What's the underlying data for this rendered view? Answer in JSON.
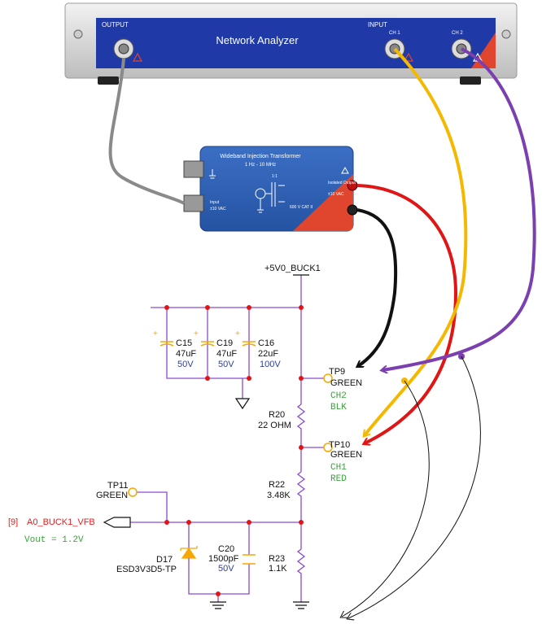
{
  "analyzer": {
    "title": "Network Analyzer",
    "output_label": "OUTPUT",
    "input_label": "INPUT",
    "ch1_label": "CH 1",
    "ch2_label": "CH 2"
  },
  "transformer": {
    "title": "Wideband Injection Transformer",
    "range": "1 Hz - 10 MHz",
    "ratio": "1:1",
    "input_label": "Input",
    "input_rating": "±10 VAC",
    "output_label": "Isolated Output",
    "output_rating": "±10 VAC",
    "cat_rating": "600 V CAT II"
  },
  "schematic": {
    "rail": "+5V0_BUCK1",
    "caps": [
      {
        "ref": "C15",
        "value": "47uF",
        "voltage": "50V"
      },
      {
        "ref": "C19",
        "value": "47uF",
        "voltage": "50V"
      },
      {
        "ref": "C16",
        "value": "22uF",
        "voltage": "100V"
      }
    ],
    "tp9": {
      "ref": "TP9",
      "color": "GREEN",
      "ch": "CH2",
      "lead": "BLK"
    },
    "tp10": {
      "ref": "TP10",
      "color": "GREEN",
      "ch": "CH1",
      "lead": "RED"
    },
    "tp11": {
      "ref": "TP11",
      "color": "GREEN"
    },
    "r20": {
      "ref": "R20",
      "value": "22 OHM"
    },
    "r22": {
      "ref": "R22",
      "value": "3.48K"
    },
    "r23": {
      "ref": "R23",
      "value": "1.1K"
    },
    "c20": {
      "ref": "C20",
      "value": "1500pF",
      "voltage": "50V"
    },
    "d17": {
      "ref": "D17",
      "part": "ESD3V3D5-TP"
    },
    "net_sheet": "[9]",
    "net_name": "A0_BUCK1_VFB",
    "vout": "Vout = 1.2V"
  },
  "colors": {
    "analyzer_blue": "#1f3aa6",
    "transformer_blue": "#2f5fb0",
    "transformer_red": "#e0452e",
    "wire_purple": "#8a4bd0",
    "cable_gray": "#8a8a8a",
    "probe_black": "#111111",
    "probe_red": "#e01515",
    "probe_yellow": "#f5b800",
    "probe_purple": "#7b3fb0"
  }
}
